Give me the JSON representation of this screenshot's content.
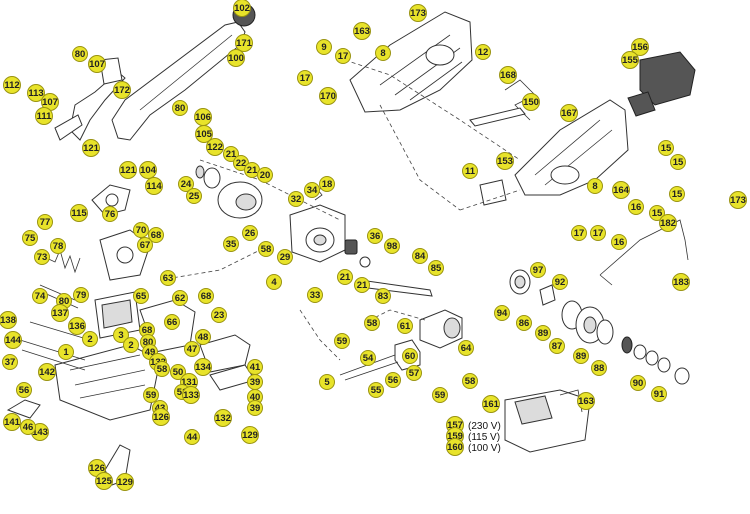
{
  "callouts": [
    {
      "id": "c102",
      "label": "102"
    },
    {
      "id": "c171",
      "label": "171"
    },
    {
      "id": "c100",
      "label": "100"
    },
    {
      "id": "c80a",
      "label": "80"
    },
    {
      "id": "c107a",
      "label": "107"
    },
    {
      "id": "c112",
      "label": "112"
    },
    {
      "id": "c113",
      "label": "113"
    },
    {
      "id": "c107b",
      "label": "107"
    },
    {
      "id": "c111",
      "label": "111"
    },
    {
      "id": "c172",
      "label": "172"
    },
    {
      "id": "c80b",
      "label": "80"
    },
    {
      "id": "c106",
      "label": "106"
    },
    {
      "id": "c105",
      "label": "105"
    },
    {
      "id": "c121a",
      "label": "121"
    },
    {
      "id": "c121b",
      "label": "121"
    },
    {
      "id": "c104",
      "label": "104"
    },
    {
      "id": "c122",
      "label": "122"
    },
    {
      "id": "c21a",
      "label": "21"
    },
    {
      "id": "c22",
      "label": "22"
    },
    {
      "id": "c21b",
      "label": "21"
    },
    {
      "id": "c20",
      "label": "20"
    },
    {
      "id": "c114",
      "label": "114"
    },
    {
      "id": "c24",
      "label": "24"
    },
    {
      "id": "c25",
      "label": "25"
    },
    {
      "id": "c115",
      "label": "115"
    },
    {
      "id": "c76",
      "label": "76"
    },
    {
      "id": "c32",
      "label": "32"
    },
    {
      "id": "c34",
      "label": "34"
    },
    {
      "id": "c18",
      "label": "18"
    },
    {
      "id": "c77",
      "label": "77"
    },
    {
      "id": "c75",
      "label": "75"
    },
    {
      "id": "c78",
      "label": "78"
    },
    {
      "id": "c73",
      "label": "73"
    },
    {
      "id": "c70",
      "label": "70"
    },
    {
      "id": "c68a",
      "label": "68"
    },
    {
      "id": "c67",
      "label": "67"
    },
    {
      "id": "c35",
      "label": "35"
    },
    {
      "id": "c26",
      "label": "26"
    },
    {
      "id": "c58a",
      "label": "58"
    },
    {
      "id": "c29",
      "label": "29"
    },
    {
      "id": "c4",
      "label": "4"
    },
    {
      "id": "c36",
      "label": "36"
    },
    {
      "id": "c98",
      "label": "98"
    },
    {
      "id": "c84",
      "label": "84"
    },
    {
      "id": "c85",
      "label": "85"
    },
    {
      "id": "c21c",
      "label": "21"
    },
    {
      "id": "c21d",
      "label": "21"
    },
    {
      "id": "c33",
      "label": "33"
    },
    {
      "id": "c83",
      "label": "83"
    },
    {
      "id": "c63",
      "label": "63"
    },
    {
      "id": "c74",
      "label": "74"
    },
    {
      "id": "c80c",
      "label": "80"
    },
    {
      "id": "c79",
      "label": "79"
    },
    {
      "id": "c137",
      "label": "137"
    },
    {
      "id": "c65",
      "label": "65"
    },
    {
      "id": "c62",
      "label": "62"
    },
    {
      "id": "c68b",
      "label": "68"
    },
    {
      "id": "c23",
      "label": "23"
    },
    {
      "id": "c138",
      "label": "138"
    },
    {
      "id": "c136",
      "label": "136"
    },
    {
      "id": "c66",
      "label": "66"
    },
    {
      "id": "c144",
      "label": "144"
    },
    {
      "id": "c3",
      "label": "3"
    },
    {
      "id": "c68c",
      "label": "68"
    },
    {
      "id": "c2a",
      "label": "2"
    },
    {
      "id": "c80d",
      "label": "80"
    },
    {
      "id": "c2b",
      "label": "2"
    },
    {
      "id": "c49",
      "label": "49"
    },
    {
      "id": "c48",
      "label": "48"
    },
    {
      "id": "c47",
      "label": "47"
    },
    {
      "id": "c37",
      "label": "37"
    },
    {
      "id": "c1",
      "label": "1"
    },
    {
      "id": "c133",
      "label": "133"
    },
    {
      "id": "c58b",
      "label": "58"
    },
    {
      "id": "c142",
      "label": "142"
    },
    {
      "id": "c134",
      "label": "134"
    },
    {
      "id": "c41",
      "label": "41"
    },
    {
      "id": "c50",
      "label": "50"
    },
    {
      "id": "c131",
      "label": "131"
    },
    {
      "id": "c39a",
      "label": "39"
    },
    {
      "id": "c51",
      "label": "51"
    },
    {
      "id": "c133b",
      "label": "133"
    },
    {
      "id": "c40",
      "label": "40"
    },
    {
      "id": "c59a",
      "label": "59"
    },
    {
      "id": "c43",
      "label": "43"
    },
    {
      "id": "c39b",
      "label": "39"
    },
    {
      "id": "c141",
      "label": "141"
    },
    {
      "id": "c143",
      "label": "143"
    },
    {
      "id": "c126a",
      "label": "126"
    },
    {
      "id": "c132",
      "label": "132"
    },
    {
      "id": "c44",
      "label": "44"
    },
    {
      "id": "c129a",
      "label": "129"
    },
    {
      "id": "c126b",
      "label": "126"
    },
    {
      "id": "c125",
      "label": "125"
    },
    {
      "id": "c129b",
      "label": "129"
    },
    {
      "id": "c56a",
      "label": "56"
    },
    {
      "id": "c46",
      "label": "46"
    },
    {
      "id": "c173a",
      "label": "173"
    },
    {
      "id": "c163",
      "label": "163"
    },
    {
      "id": "c9",
      "label": "9"
    },
    {
      "id": "c17a",
      "label": "17"
    },
    {
      "id": "c8",
      "label": "8"
    },
    {
      "id": "c12",
      "label": "12"
    },
    {
      "id": "c17b",
      "label": "17"
    },
    {
      "id": "c168",
      "label": "168"
    },
    {
      "id": "c170",
      "label": "170"
    },
    {
      "id": "c156",
      "label": "156"
    },
    {
      "id": "c155",
      "label": "155"
    },
    {
      "id": "c150",
      "label": "150"
    },
    {
      "id": "c167",
      "label": "167"
    },
    {
      "id": "c15a",
      "label": "15"
    },
    {
      "id": "c15b",
      "label": "15"
    },
    {
      "id": "c153",
      "label": "153"
    },
    {
      "id": "c11",
      "label": "11"
    },
    {
      "id": "c8b",
      "label": "8"
    },
    {
      "id": "c164",
      "label": "164"
    },
    {
      "id": "c15c",
      "label": "15"
    },
    {
      "id": "c16a",
      "label": "16"
    },
    {
      "id": "c15d",
      "label": "15"
    },
    {
      "id": "c173b",
      "label": "173"
    },
    {
      "id": "c182",
      "label": "182"
    },
    {
      "id": "c17c",
      "label": "17"
    },
    {
      "id": "c17d",
      "label": "17"
    },
    {
      "id": "c16b",
      "label": "16"
    },
    {
      "id": "c183",
      "label": "183"
    },
    {
      "id": "c97",
      "label": "97"
    },
    {
      "id": "c92",
      "label": "92"
    },
    {
      "id": "c94",
      "label": "94"
    },
    {
      "id": "c86",
      "label": "86"
    },
    {
      "id": "c89a",
      "label": "89"
    },
    {
      "id": "c87",
      "label": "87"
    },
    {
      "id": "c89b",
      "label": "89"
    },
    {
      "id": "c88",
      "label": "88"
    },
    {
      "id": "c90",
      "label": "90"
    },
    {
      "id": "c91",
      "label": "91"
    },
    {
      "id": "c58c",
      "label": "58"
    },
    {
      "id": "c61",
      "label": "61"
    },
    {
      "id": "c59b",
      "label": "59"
    },
    {
      "id": "c64",
      "label": "64"
    },
    {
      "id": "c54",
      "label": "54"
    },
    {
      "id": "c60",
      "label": "60"
    },
    {
      "id": "c5",
      "label": "5"
    },
    {
      "id": "c55",
      "label": "55"
    },
    {
      "id": "c56b",
      "label": "56"
    },
    {
      "id": "c57",
      "label": "57"
    },
    {
      "id": "c58d",
      "label": "58"
    },
    {
      "id": "c59c",
      "label": "59"
    },
    {
      "id": "c161",
      "label": "161"
    },
    {
      "id": "c163b",
      "label": "163"
    },
    {
      "id": "c157",
      "label": "157"
    },
    {
      "id": "c159",
      "label": "159"
    },
    {
      "id": "c160",
      "label": "160"
    }
  ],
  "voltages": {
    "v230": "(230 V)",
    "v115": "(115 V)",
    "v100": "(100 V)"
  },
  "colors": {
    "callout_fill": "#e8e32a",
    "line": "#333333"
  }
}
